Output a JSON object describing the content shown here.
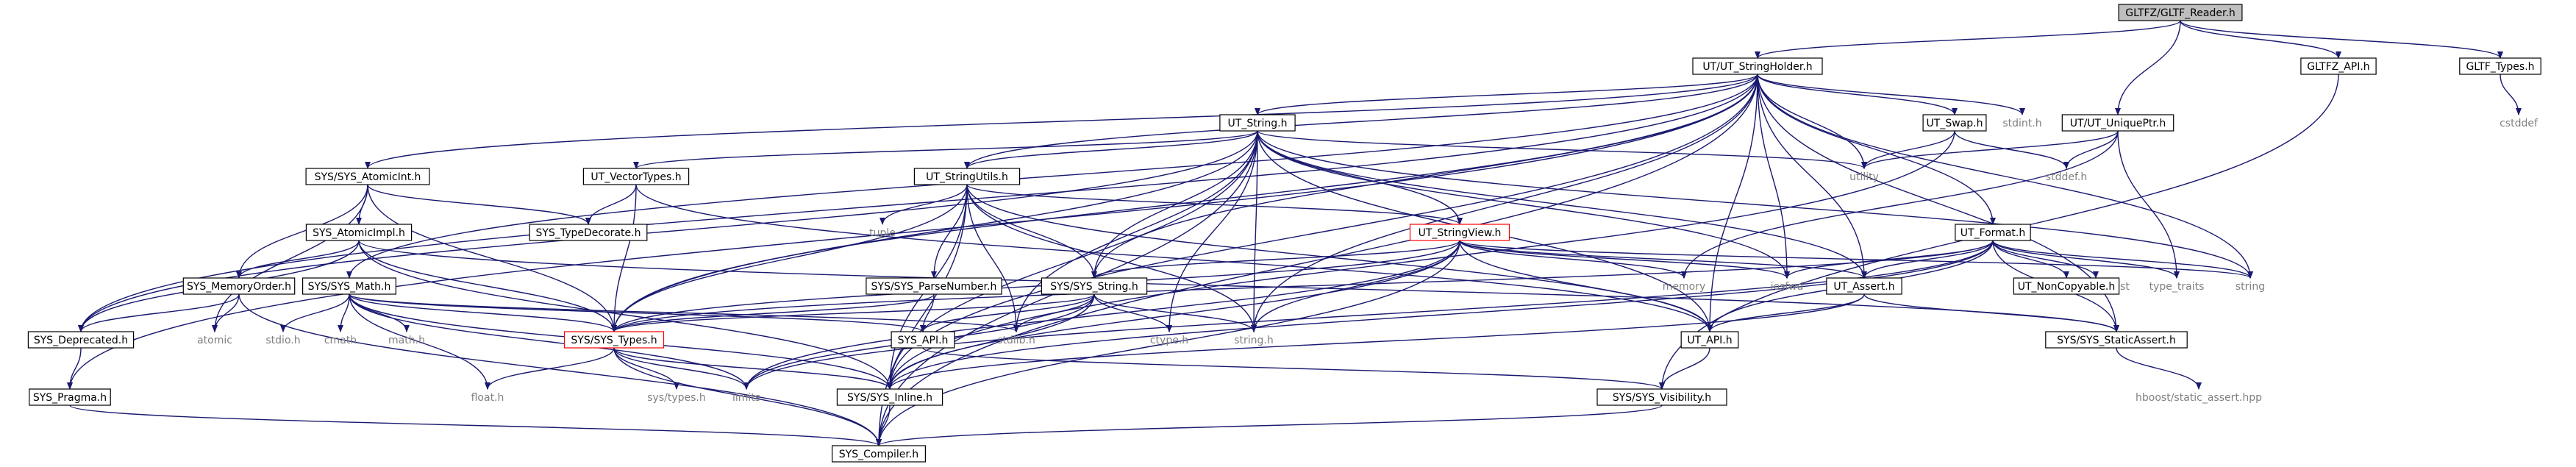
{
  "colors": {
    "edge": "#191970",
    "root_fill": "#bfbfbf",
    "border": "#000000",
    "truncated_border": "#ff0000",
    "external_text": "#808080"
  },
  "nodes": [
    {
      "id": "reader",
      "label": "GLTFZ/GLTF_Reader.h",
      "kind": "root"
    },
    {
      "id": "stringholder",
      "label": "UT/UT_StringHolder.h",
      "kind": "box"
    },
    {
      "id": "gltfz_api",
      "label": "GLTFZ_API.h",
      "kind": "box"
    },
    {
      "id": "gltf_types",
      "label": "GLTF_Types.h",
      "kind": "box"
    },
    {
      "id": "uniqueptr",
      "label": "UT/UT_UniquePtr.h",
      "kind": "box"
    },
    {
      "id": "cstddef",
      "label": "cstddef",
      "kind": "ext"
    },
    {
      "id": "ut_string",
      "label": "UT_String.h",
      "kind": "box"
    },
    {
      "id": "ut_swap",
      "label": "UT_Swap.h",
      "kind": "box"
    },
    {
      "id": "stdint",
      "label": "stdint.h",
      "kind": "ext"
    },
    {
      "id": "atomicint",
      "label": "SYS/SYS_AtomicInt.h",
      "kind": "box"
    },
    {
      "id": "vectortypes",
      "label": "UT_VectorTypes.h",
      "kind": "box"
    },
    {
      "id": "stringutils",
      "label": "UT_StringUtils.h",
      "kind": "box"
    },
    {
      "id": "utility",
      "label": "utility",
      "kind": "ext"
    },
    {
      "id": "stddef",
      "label": "stddef.h",
      "kind": "ext"
    },
    {
      "id": "atomicimpl",
      "label": "SYS_AtomicImpl.h",
      "kind": "box"
    },
    {
      "id": "typedecorate",
      "label": "SYS_TypeDecorate.h",
      "kind": "box"
    },
    {
      "id": "tuple",
      "label": "tuple",
      "kind": "ext"
    },
    {
      "id": "stringview",
      "label": "UT_StringView.h",
      "kind": "red"
    },
    {
      "id": "ut_format",
      "label": "UT_Format.h",
      "kind": "box"
    },
    {
      "id": "memoryorder",
      "label": "SYS_MemoryOrder.h",
      "kind": "box"
    },
    {
      "id": "sys_math",
      "label": "SYS/SYS_Math.h",
      "kind": "box"
    },
    {
      "id": "parsenumber",
      "label": "SYS/SYS_ParseNumber.h",
      "kind": "box"
    },
    {
      "id": "sys_string",
      "label": "SYS/SYS_String.h",
      "kind": "box"
    },
    {
      "id": "memory",
      "label": "memory",
      "kind": "ext"
    },
    {
      "id": "iosfwd",
      "label": "iosfwd",
      "kind": "ext"
    },
    {
      "id": "ut_assert",
      "label": "UT_Assert.h",
      "kind": "box"
    },
    {
      "id": "initlist",
      "label": "initializer_list",
      "kind": "ext"
    },
    {
      "id": "typetraits",
      "label": "type_traits",
      "kind": "ext"
    },
    {
      "id": "string",
      "label": "string",
      "kind": "ext"
    },
    {
      "id": "noncopyable",
      "label": "UT_NonCopyable.h",
      "kind": "box"
    },
    {
      "id": "atomic",
      "label": "atomic",
      "kind": "ext"
    },
    {
      "id": "stdio",
      "label": "stdio.h",
      "kind": "ext"
    },
    {
      "id": "cmath",
      "label": "cmath",
      "kind": "ext"
    },
    {
      "id": "math",
      "label": "math.h",
      "kind": "ext"
    },
    {
      "id": "deprecated",
      "label": "SYS_Deprecated.h",
      "kind": "box"
    },
    {
      "id": "sys_types",
      "label": "SYS/SYS_Types.h",
      "kind": "red"
    },
    {
      "id": "sys_api",
      "label": "SYS_API.h",
      "kind": "box"
    },
    {
      "id": "stdlib",
      "label": "stdlib.h",
      "kind": "ext"
    },
    {
      "id": "ctype",
      "label": "ctype.h",
      "kind": "ext"
    },
    {
      "id": "string_h",
      "label": "string.h",
      "kind": "ext"
    },
    {
      "id": "ut_api",
      "label": "UT_API.h",
      "kind": "box"
    },
    {
      "id": "staticassert",
      "label": "SYS/SYS_StaticAssert.h",
      "kind": "box"
    },
    {
      "id": "pragma",
      "label": "SYS_Pragma.h",
      "kind": "box"
    },
    {
      "id": "float",
      "label": "float.h",
      "kind": "ext"
    },
    {
      "id": "systypes_h",
      "label": "sys/types.h",
      "kind": "ext"
    },
    {
      "id": "limits",
      "label": "limits",
      "kind": "ext"
    },
    {
      "id": "sys_inline",
      "label": "SYS/SYS_Inline.h",
      "kind": "box"
    },
    {
      "id": "visibility",
      "label": "SYS/SYS_Visibility.h",
      "kind": "box"
    },
    {
      "id": "hboost",
      "label": "hboost/static_assert.hpp",
      "kind": "ext"
    },
    {
      "id": "compiler",
      "label": "SYS_Compiler.h",
      "kind": "box"
    }
  ],
  "edges": [
    [
      "reader",
      "stringholder"
    ],
    [
      "reader",
      "uniqueptr"
    ],
    [
      "reader",
      "gltfz_api"
    ],
    [
      "reader",
      "gltf_types"
    ],
    [
      "gltf_types",
      "cstddef"
    ],
    [
      "gltfz_api",
      "visibility"
    ],
    [
      "uniqueptr",
      "utility"
    ],
    [
      "uniqueptr",
      "stddef"
    ],
    [
      "uniqueptr",
      "typetraits"
    ],
    [
      "uniqueptr",
      "memory"
    ],
    [
      "stringholder",
      "ut_string"
    ],
    [
      "stringholder",
      "ut_swap"
    ],
    [
      "stringholder",
      "stdint"
    ],
    [
      "stringholder",
      "atomicint"
    ],
    [
      "stringholder",
      "stringutils"
    ],
    [
      "stringholder",
      "utility"
    ],
    [
      "stringholder",
      "ut_format"
    ],
    [
      "stringholder",
      "iosfwd"
    ],
    [
      "stringholder",
      "ut_api"
    ],
    [
      "stringholder",
      "ut_assert"
    ],
    [
      "stringholder",
      "sys_string"
    ],
    [
      "stringholder",
      "sys_types"
    ],
    [
      "stringholder",
      "sys_inline"
    ],
    [
      "stringholder",
      "string_h"
    ],
    [
      "stringholder",
      "string"
    ],
    [
      "stringholder",
      "staticassert"
    ],
    [
      "stringholder",
      "compiler"
    ],
    [
      "stringholder",
      "pragma"
    ],
    [
      "stringholder",
      "sys_math"
    ],
    [
      "stringholder",
      "deprecated"
    ],
    [
      "ut_swap",
      "utility"
    ],
    [
      "ut_swap",
      "stddef"
    ],
    [
      "ut_swap",
      "sys_inline"
    ],
    [
      "ut_string",
      "vectortypes"
    ],
    [
      "ut_string",
      "stringutils"
    ],
    [
      "ut_string",
      "stringview"
    ],
    [
      "ut_string",
      "sys_string"
    ],
    [
      "ut_string",
      "sys_types"
    ],
    [
      "ut_string",
      "ut_api"
    ],
    [
      "ut_string",
      "ut_assert"
    ],
    [
      "ut_string",
      "sys_inline"
    ],
    [
      "ut_string",
      "iosfwd"
    ],
    [
      "ut_string",
      "string"
    ],
    [
      "ut_string",
      "string_h"
    ],
    [
      "ut_string",
      "stdlib"
    ],
    [
      "ut_string",
      "ctype"
    ],
    [
      "ut_string",
      "utility"
    ],
    [
      "ut_string",
      "compiler"
    ],
    [
      "ut_string",
      "deprecated"
    ],
    [
      "atomicint",
      "atomicimpl"
    ],
    [
      "atomicint",
      "memoryorder"
    ],
    [
      "atomicint",
      "typedecorate"
    ],
    [
      "atomicint",
      "sys_types"
    ],
    [
      "atomicint",
      "atomic"
    ],
    [
      "atomicimpl",
      "memoryorder"
    ],
    [
      "atomicimpl",
      "sys_types"
    ],
    [
      "atomicimpl",
      "deprecated"
    ],
    [
      "atomicimpl",
      "staticassert"
    ],
    [
      "atomicimpl",
      "sys_inline"
    ],
    [
      "memoryorder",
      "atomic"
    ],
    [
      "memoryorder",
      "deprecated"
    ],
    [
      "memoryorder",
      "compiler"
    ],
    [
      "vectortypes",
      "typedecorate"
    ],
    [
      "vectortypes",
      "sys_types"
    ],
    [
      "vectortypes",
      "ut_api"
    ],
    [
      "stringutils",
      "tuple"
    ],
    [
      "stringutils",
      "parsenumber"
    ],
    [
      "stringutils",
      "sys_string"
    ],
    [
      "stringutils",
      "sys_types"
    ],
    [
      "stringutils",
      "stringview"
    ],
    [
      "stringutils",
      "string_h"
    ],
    [
      "stringutils",
      "sys_inline"
    ],
    [
      "stringutils",
      "ut_api"
    ],
    [
      "stringutils",
      "stdlib"
    ],
    [
      "stringutils",
      "compiler"
    ],
    [
      "stringview",
      "sys_string"
    ],
    [
      "stringview",
      "ut_assert"
    ],
    [
      "stringview",
      "ut_api"
    ],
    [
      "stringview",
      "sys_inline"
    ],
    [
      "stringview",
      "memory"
    ],
    [
      "stringview",
      "iosfwd"
    ],
    [
      "stringview",
      "string"
    ],
    [
      "stringview",
      "string_h"
    ],
    [
      "stringview",
      "sys_types"
    ],
    [
      "stringview",
      "compiler"
    ],
    [
      "stringview",
      "limits"
    ],
    [
      "ut_format",
      "ut_assert"
    ],
    [
      "ut_format",
      "noncopyable"
    ],
    [
      "ut_format",
      "initlist"
    ],
    [
      "ut_format",
      "typetraits"
    ],
    [
      "ut_format",
      "string"
    ],
    [
      "ut_format",
      "iosfwd"
    ],
    [
      "ut_format",
      "ut_api"
    ],
    [
      "ut_format",
      "sys_types"
    ],
    [
      "ut_format",
      "limits"
    ],
    [
      "ut_format",
      "staticassert"
    ],
    [
      "ut_format",
      "sys_inline"
    ],
    [
      "ut_assert",
      "ut_api"
    ],
    [
      "ut_assert",
      "staticassert"
    ],
    [
      "ut_assert",
      "sys_inline"
    ],
    [
      "sys_math",
      "sys_types"
    ],
    [
      "sys_math",
      "stdio"
    ],
    [
      "sys_math",
      "cmath"
    ],
    [
      "sys_math",
      "math"
    ],
    [
      "sys_math",
      "float"
    ],
    [
      "sys_math",
      "limits"
    ],
    [
      "sys_math",
      "sys_api"
    ],
    [
      "sys_math",
      "stdlib"
    ],
    [
      "sys_math",
      "sys_inline"
    ],
    [
      "parsenumber",
      "sys_api"
    ],
    [
      "parsenumber",
      "sys_types"
    ],
    [
      "sys_string",
      "sys_api"
    ],
    [
      "sys_string",
      "sys_types"
    ],
    [
      "sys_string",
      "stdlib"
    ],
    [
      "sys_string",
      "ctype"
    ],
    [
      "sys_string",
      "string_h"
    ],
    [
      "sys_string",
      "sys_inline"
    ],
    [
      "sys_string",
      "limits"
    ],
    [
      "sys_api",
      "visibility"
    ],
    [
      "ut_api",
      "visibility"
    ],
    [
      "staticassert",
      "hboost"
    ],
    [
      "sys_types",
      "float"
    ],
    [
      "sys_types",
      "systypes_h"
    ],
    [
      "sys_types",
      "limits"
    ],
    [
      "sys_types",
      "sys_inline"
    ],
    [
      "sys_types",
      "compiler"
    ],
    [
      "sys_inline",
      "compiler"
    ],
    [
      "visibility",
      "compiler"
    ],
    [
      "pragma",
      "compiler"
    ],
    [
      "deprecated",
      "pragma"
    ]
  ]
}
